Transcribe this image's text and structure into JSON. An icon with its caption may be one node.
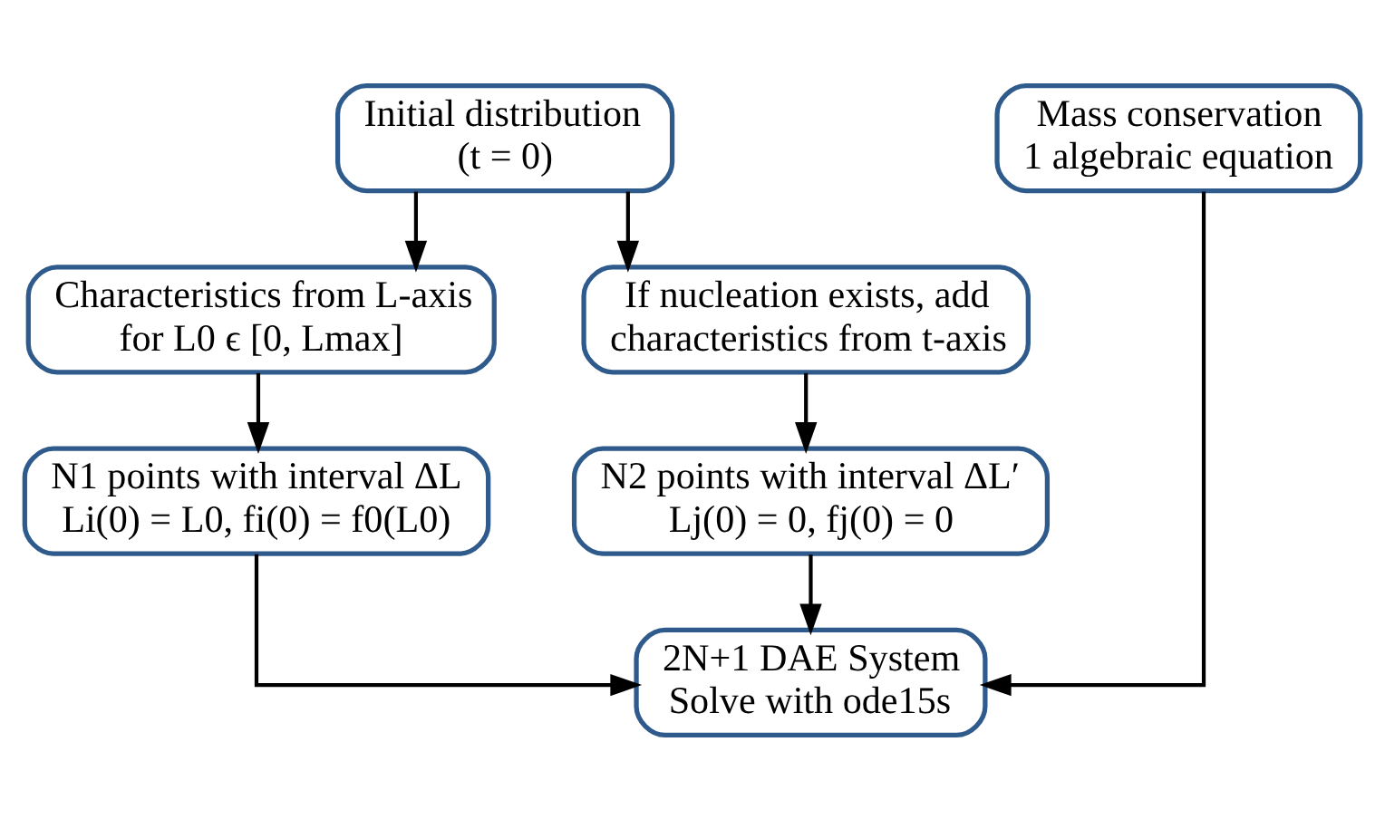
{
  "diagram": {
    "nodes": [
      {
        "text": [
          "Initial distribution (t = 0)"
        ]
      },
      {
        "text": [
          "Mass conservation 1 algebraic equation"
        ]
      },
      {
        "text": [
          "Characteristics from L-axis for L0 ϵ [0, Lmax]"
        ]
      },
      {
        "text": [
          "If nucleation exists, add characteristics from t-axis"
        ]
      },
      {
        "text": [
          "N1 points with interval ΔL Li(0) = L0, fi(0) = f0(L0)"
        ]
      },
      {
        "text": [
          "N2 points with interval ΔL′ Lj(0) = 0, fj(0) = 0"
        ]
      },
      {
        "text": [
          "2N+1 DAE System Solve with ode15s"
        ]
      }
    ],
    "edges": [
      {
        "from": 0,
        "to": 2,
        "arrow": "to"
      },
      {
        "from": 0,
        "to": 3,
        "arrow": "to"
      },
      {
        "from": 2,
        "to": 4,
        "arrow": "to"
      },
      {
        "from": 3,
        "to": 5,
        "arrow": "to"
      },
      {
        "from": 4,
        "to": 6,
        "arrow": "to"
      },
      {
        "from": 5,
        "to": 6,
        "arrow": "to"
      },
      {
        "from": 1,
        "to": 6,
        "arrow": "to"
      }
    ]
  }
}
